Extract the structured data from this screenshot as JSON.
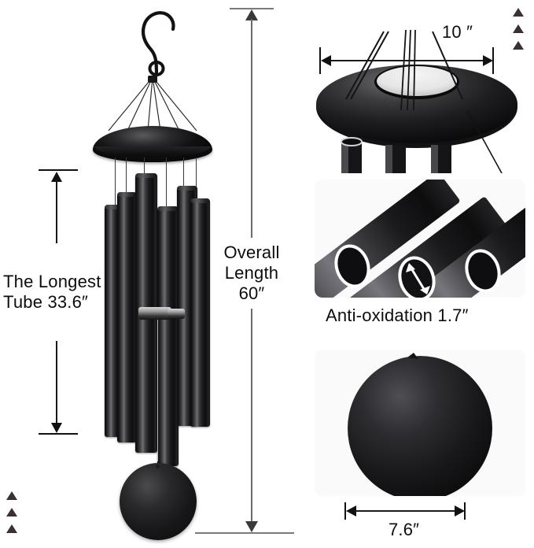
{
  "product": {
    "name": "wind-chime",
    "accent_color": "#111111",
    "panel_bg": "#fafafa",
    "page_bg": "#ffffff"
  },
  "annotations": {
    "longest_tube": {
      "line1": "The Longest",
      "line2": "Tube 33.6″",
      "value": "33.6",
      "unit": "″"
    },
    "overall_length": {
      "line1": "Overall",
      "line2": "Length",
      "line3": "60″",
      "value": "60",
      "unit": "″"
    },
    "canopy_width": {
      "text": "10 ″",
      "value": "10",
      "unit": "″"
    },
    "tube_diameter": {
      "text": "Anti-oxidation 1.7″",
      "label": "Anti-oxidation",
      "value": "1.7",
      "unit": "″"
    },
    "wind_catcher_width": {
      "text": "7.6″",
      "value": "7.6",
      "unit": "″"
    }
  },
  "markers": {
    "top_right": [
      "triangle-marker",
      "triangle-marker",
      "triangle-marker"
    ],
    "bottom_left": [
      "triangle-marker",
      "triangle-marker",
      "triangle-marker"
    ]
  },
  "panels": [
    {
      "id": "hero",
      "name": "full-wind-chime-photo"
    },
    {
      "id": "canopy",
      "name": "canopy-top-detail-photo"
    },
    {
      "id": "tubes",
      "name": "tube-cross-section-photo"
    },
    {
      "id": "catcher",
      "name": "wind-catcher-disc-photo"
    }
  ],
  "parts": {
    "hook": "s-hook",
    "canopy": "canopy-dome",
    "tubes_count": 6,
    "clapper": "clapper-disc",
    "wind_catcher": "wind-catcher-disc"
  }
}
